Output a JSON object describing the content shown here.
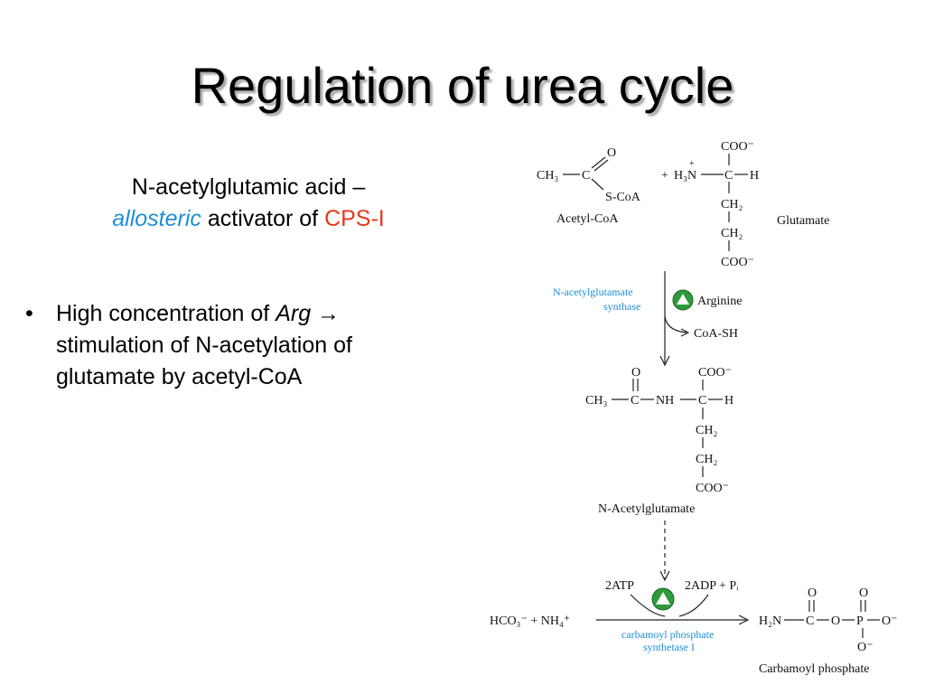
{
  "slide": {
    "title": "Regulation of urea cycle",
    "subtitle": {
      "line1": "N-acetylglutamic acid –",
      "allosteric": "allosteric",
      "activator_of": "activator of",
      "cps": "CPS-I"
    },
    "bullet": {
      "marker": "•",
      "text_prefix": "High concentration of ",
      "arg": "Arg",
      "text_suffix": " → stimulation of N-acetylation of glutamate by acetyl-CoA"
    }
  },
  "scheme": {
    "acetyl_coa": {
      "ch3": "CH₃",
      "c": "C",
      "o": "O",
      "sccoa": "S-CoA",
      "label": "Acetyl-CoA"
    },
    "plus": "+",
    "glutamate": {
      "h3n": "H₃N",
      "charge": "+",
      "coo_top": "COO⁻",
      "c": "C",
      "h": "H",
      "ch2a": "CH₂",
      "ch2b": "CH₂",
      "coo_bottom": "COO⁻",
      "label": "Glutamate"
    },
    "enzyme1": {
      "line1": "N-acetylglutamate",
      "line2": "synthase",
      "activator": "Arginine",
      "byproduct": "CoA-SH"
    },
    "nag": {
      "ch3": "CH₃",
      "c1": "C",
      "o": "O",
      "nh": "NH",
      "c2": "C",
      "h": "H",
      "coo_top": "COO⁻",
      "ch2a": "CH₂",
      "ch2b": "CH₂",
      "coo_bottom": "COO⁻",
      "label": "N-Acetylglutamate"
    },
    "cps": {
      "atp": "2ATP",
      "adp": "2ADP + Pᵢ",
      "substrates": "HCO₃⁻ + NH₄⁺",
      "enzyme_line1": "carbamoyl phosphate",
      "enzyme_line2": "synthetase I",
      "product_h2n": "H₂N",
      "product_c": "C",
      "product_o1": "O",
      "product_p": "P",
      "product_ominus_right": "O⁻",
      "product_ominus_bottom": "O⁻",
      "product_o_top1": "O",
      "product_o_top2": "O",
      "product_label": "Carbamoyl phosphate"
    },
    "colors": {
      "activator_green": "#2e9a3a",
      "enzyme_blue": "#1e8fd6"
    }
  }
}
